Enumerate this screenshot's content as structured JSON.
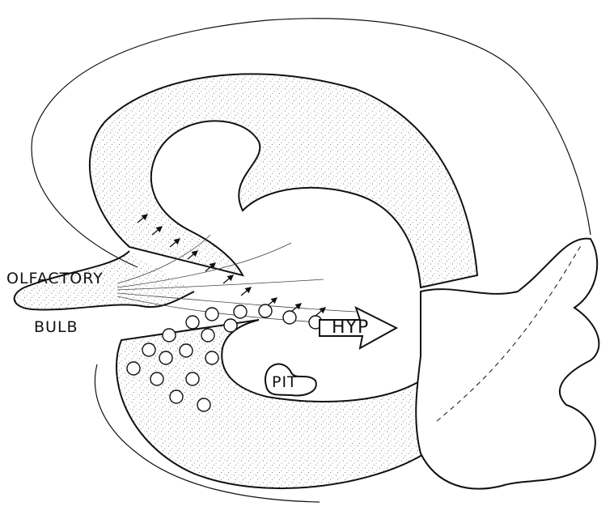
{
  "labels": {
    "olfactory": "OLFACTORY",
    "bulb": "BULB",
    "hyp": "HYP",
    "pit": "PIT"
  },
  "colors": {
    "ink": "#111111",
    "stipple": "#555555",
    "background": "#ffffff"
  }
}
